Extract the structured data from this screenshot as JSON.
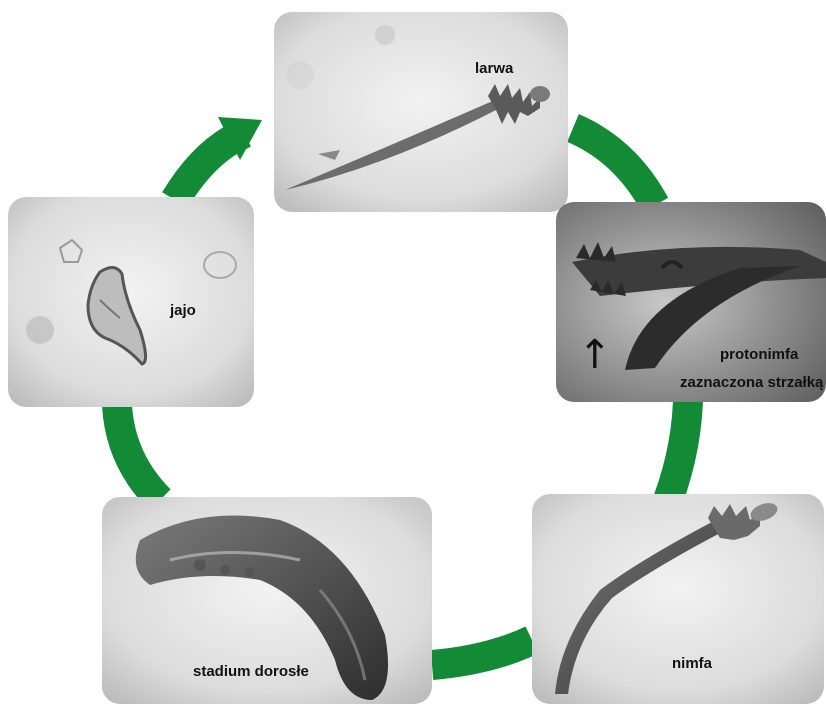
{
  "diagram": {
    "arrow_color": "#138a36",
    "stages": [
      {
        "id": "larva",
        "label": "larwa"
      },
      {
        "id": "protonymph",
        "label_line1": "protonimfa",
        "label_line2": "zaznaczona strzałką",
        "arrow_glyph": "↑"
      },
      {
        "id": "nymph",
        "label": "nimfa"
      },
      {
        "id": "adult",
        "label": "stadium dorosłe"
      },
      {
        "id": "egg",
        "label": "jajo"
      }
    ]
  }
}
